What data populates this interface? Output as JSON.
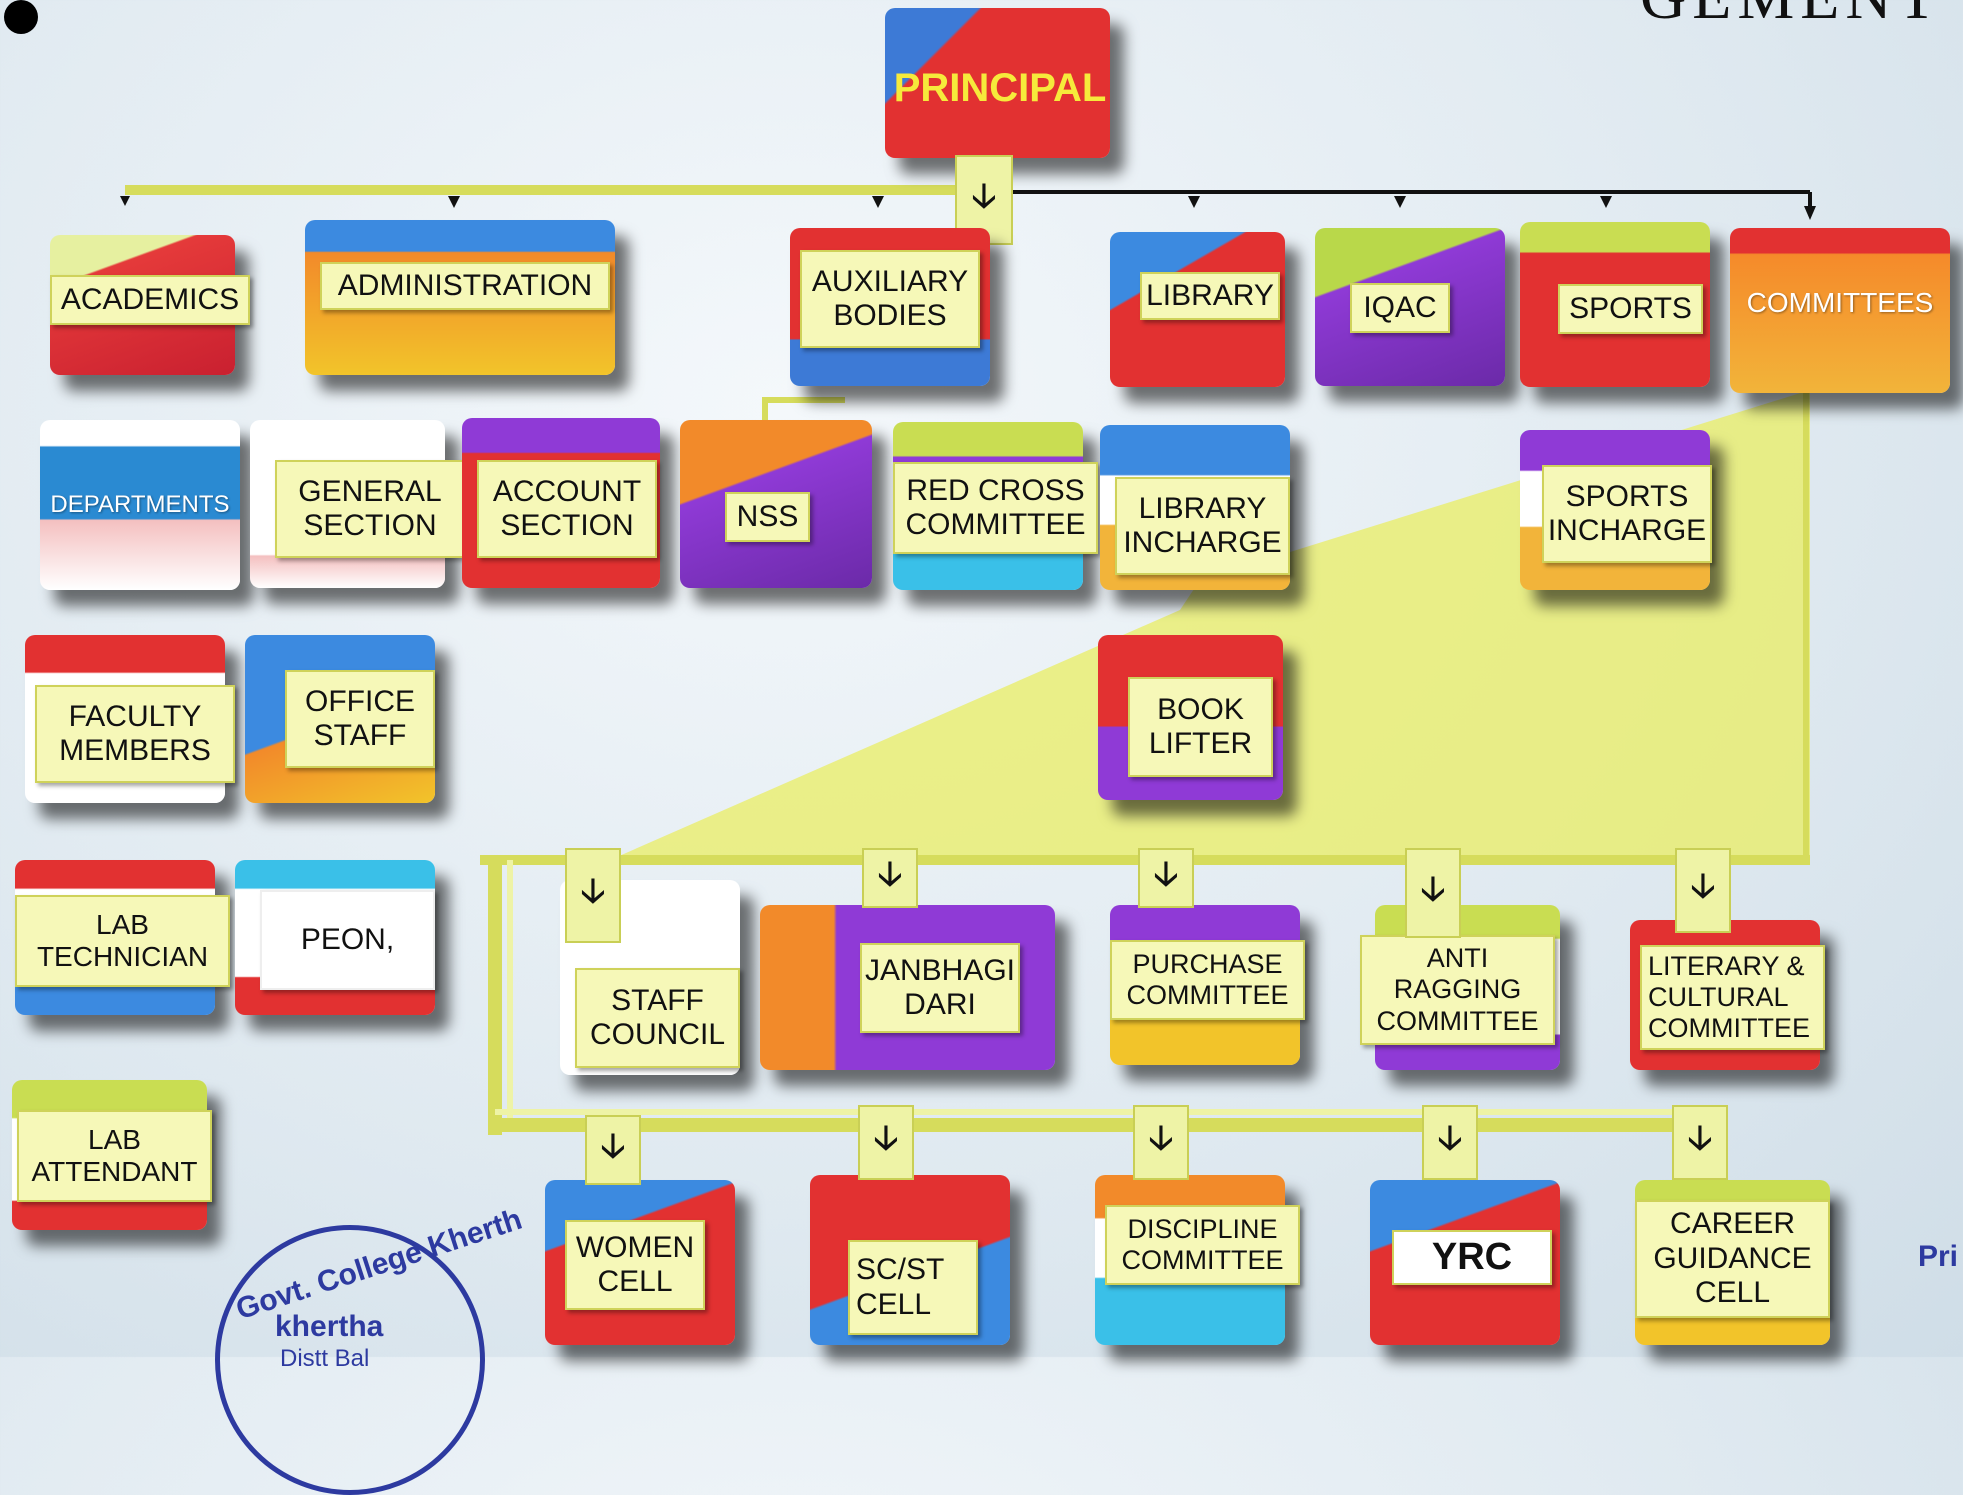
{
  "header": {
    "title_fragment": "GEMENT"
  },
  "nodes": {
    "principal": "PRINCIPAL",
    "academics": "ACADEMICS",
    "administration": "ADMINISTRATION",
    "auxiliary_bodies": "AUXILIARY\nBODIES",
    "library": "LIBRARY",
    "iqac": "IQAC",
    "sports": "SPORTS",
    "committees": "COMMITTEES",
    "departments": "DEPARTMENTS",
    "general_section": "GENERAL\nSECTION",
    "account_section": "ACCOUNT\nSECTION",
    "nss": "NSS",
    "red_cross_committee": "RED CROSS\nCOMMITTEE",
    "library_incharge": "LIBRARY\nINCHARGE",
    "sports_incharge": "SPORTS\nINCHARGE",
    "faculty_members": "FACULTY\nMEMBERS",
    "office_staff": "OFFICE\nSTAFF",
    "book_lifter": "BOOK\nLIFTER",
    "lab_technician": "LAB\nTECHNICIAN",
    "peon": "PEON,",
    "staff_council": "STAFF\nCOUNCIL",
    "janbhagi_dari": "JANBHAGI\nDARI",
    "purchase_committee": "PURCHASE\nCOMMITTEE",
    "anti_ragging_committee": "ANTI\nRAGGING\nCOMMITTEE",
    "literary_cultural_committee": "LITERARY    &\nCULTURAL\nCOMMITTEE",
    "lab_attendant": "LAB\nATTENDANT",
    "women_cell": "WOMEN\nCELL",
    "sc_st_cell": "SC/ST\nCELL",
    "discipline_committee": "DISCIPLINE\nCOMMITTEE",
    "yrc": "YRC",
    "career_guidance_cell": "CAREER\nGUIDANCE\nCELL"
  },
  "arrow_glyph": "🡣",
  "stamp": {
    "ring_text": "Govt. College Kherth",
    "center_text": "khertha",
    "sub_text": "Distt Bal"
  },
  "corner_text": "Pri"
}
